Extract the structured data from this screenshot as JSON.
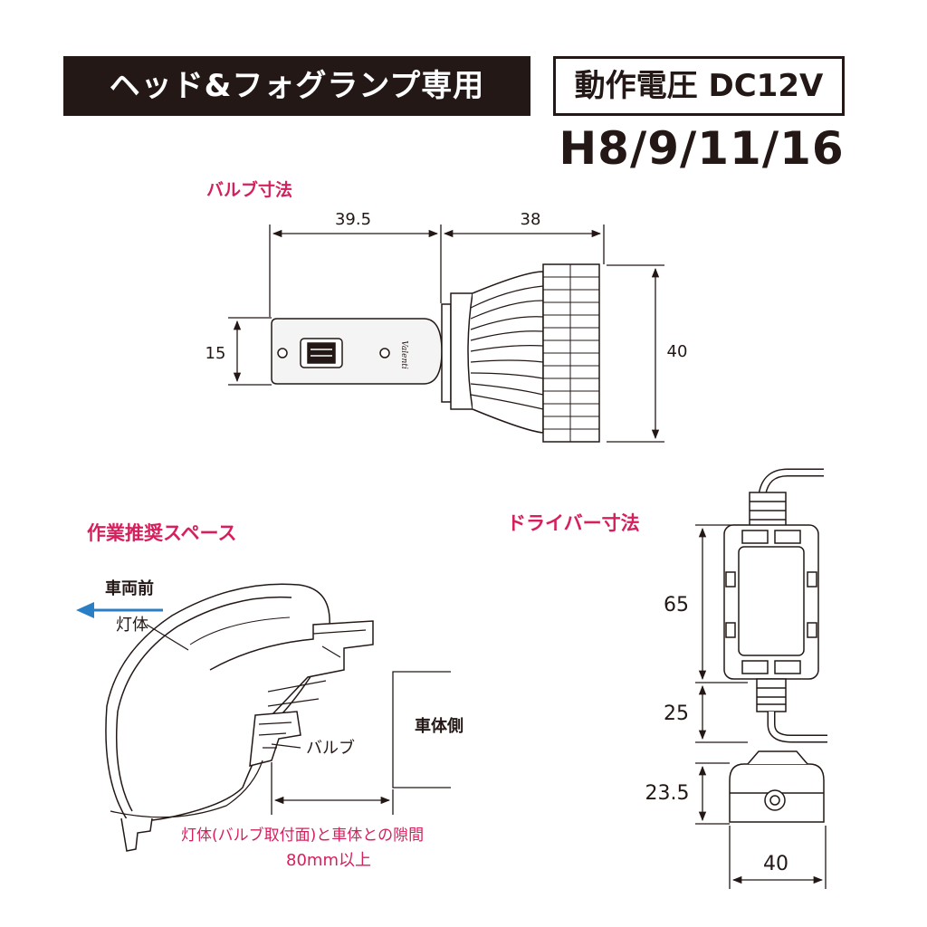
{
  "header": {
    "usage_title": "ヘッド&フォグランプ専用",
    "voltage": "動作電圧 DC12V",
    "bulb_types": "H8/9/11/16"
  },
  "bulb_dimensions": {
    "title": "バルブ寸法",
    "length_front": "39.5",
    "length_rear": "38",
    "height_front": "15",
    "height_rear": "40",
    "brand_mark": "Valenti"
  },
  "work_space": {
    "title": "作業推奨スペース",
    "direction_label": "車両前",
    "lamp_body_label": "灯体",
    "bulb_label": "バルブ",
    "vehicle_side_label": "車体側",
    "clearance_note_line1": "灯体(バルブ取付面)と車体との隙間",
    "clearance_note_line2": "80mm以上",
    "arrow_color": "#2a7fc4"
  },
  "driver_dimensions": {
    "title": "ドライバー寸法",
    "height_body": "65",
    "height_cable": "25",
    "height_side": "23.5",
    "width": "40"
  },
  "colors": {
    "accent_pink": "#d6205c",
    "ink": "#231815"
  }
}
